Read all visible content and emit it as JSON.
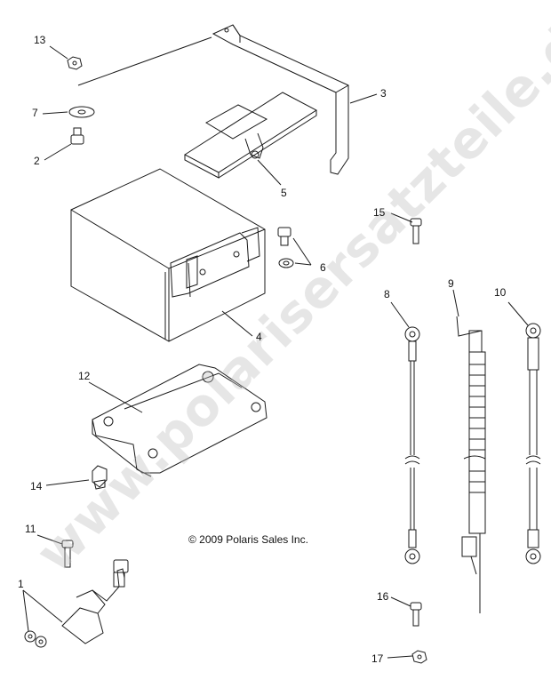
{
  "callouts": [
    {
      "id": "13",
      "text": "13"
    },
    {
      "id": "7",
      "text": "7"
    },
    {
      "id": "2",
      "text": "2"
    },
    {
      "id": "3",
      "text": "3"
    },
    {
      "id": "5",
      "text": "5"
    },
    {
      "id": "15",
      "text": "15"
    },
    {
      "id": "6",
      "text": "6"
    },
    {
      "id": "4",
      "text": "4"
    },
    {
      "id": "8",
      "text": "8"
    },
    {
      "id": "9",
      "text": "9"
    },
    {
      "id": "10",
      "text": "10"
    },
    {
      "id": "12",
      "text": "12"
    },
    {
      "id": "14",
      "text": "14"
    },
    {
      "id": "11",
      "text": "11"
    },
    {
      "id": "1",
      "text": "1"
    },
    {
      "id": "16",
      "text": "16"
    },
    {
      "id": "17",
      "text": "17"
    }
  ],
  "copyright": "© 2009 Polaris Sales Inc.",
  "watermark": "www.polarisersatzteile.de",
  "colors": {
    "line": "#1a1a1a",
    "watermark": "#bebebe",
    "background": "#ffffff"
  }
}
